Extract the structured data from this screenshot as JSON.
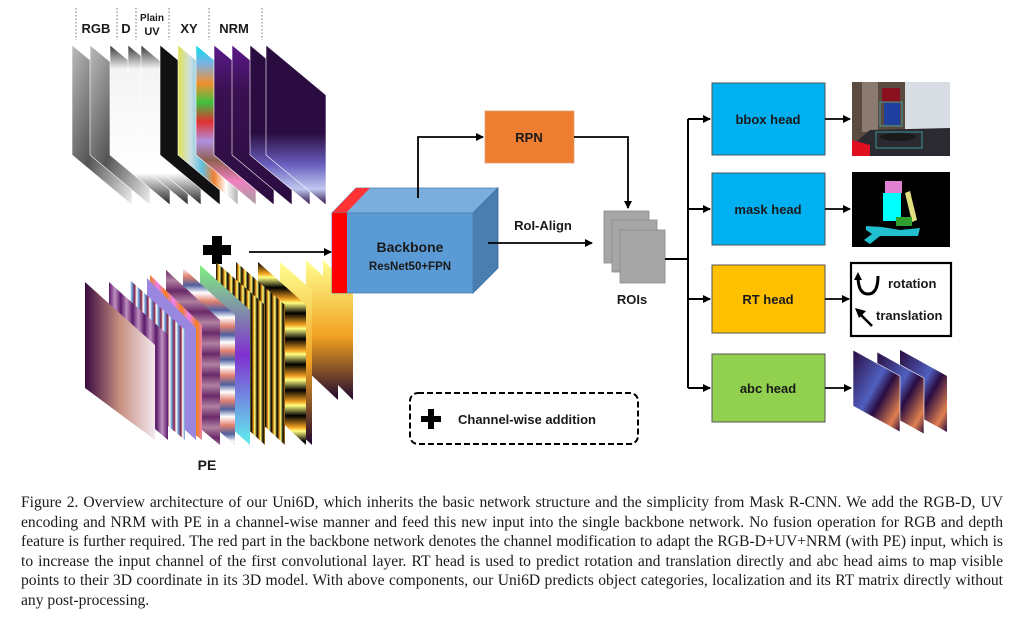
{
  "figure": {
    "input_labels": [
      {
        "id": "rgb",
        "text": "RGB"
      },
      {
        "id": "d",
        "text": "D"
      },
      {
        "id": "plain-uv-line1",
        "text": "Plain"
      },
      {
        "id": "plain-uv-line2",
        "text": "UV"
      },
      {
        "id": "xy",
        "text": "XY"
      },
      {
        "id": "nrm",
        "text": "NRM"
      }
    ],
    "pe_label": "PE",
    "backbone": {
      "title": "Backbone",
      "subtitle": "ResNet50+FPN"
    },
    "rpn_label": "RPN",
    "roi_align_label": "RoI-Align",
    "rois_label": "ROIs",
    "heads": [
      {
        "id": "bbox",
        "label": "bbox head",
        "color": "#00B0F0"
      },
      {
        "id": "mask",
        "label": "mask head",
        "color": "#00B0F0"
      },
      {
        "id": "rt",
        "label": "RT head",
        "color": "#FFC000"
      },
      {
        "id": "abc",
        "label": "abc head",
        "color": "#92D050"
      }
    ],
    "rt_output": {
      "rotation": "rotation",
      "translation": "translation"
    },
    "legend": {
      "icon": "plus-icon",
      "text": "Channel-wise addition"
    },
    "colors": {
      "rpn": "#ED7D31",
      "backbone_front": "#5B9BD5",
      "backbone_top": "#7AAEDD",
      "backbone_side": "#4A7EB0",
      "channel_modification": "#FF0000",
      "roi": "#A6A6A6"
    }
  },
  "caption": "Figure 2. Overview architecture of our Uni6D, which inherits the basic network structure and the simplicity from Mask R-CNN. We add the RGB-D, UV encoding and NRM with PE in a channel-wise manner and feed this new input into the single backbone network. No fusion operation for RGB and depth feature is further required. The red part in the backbone network denotes the channel modification to adapt the RGB-D+UV+NRM (with PE) input, which is to increase the input channel of the first convolutional layer. RT head is used to predict rotation and translation directly and abc head aims to map visible points to their 3D coordinate in its 3D model. With above components, our Uni6D predicts object categories, localization and its RT matrix directly without any post-processing."
}
